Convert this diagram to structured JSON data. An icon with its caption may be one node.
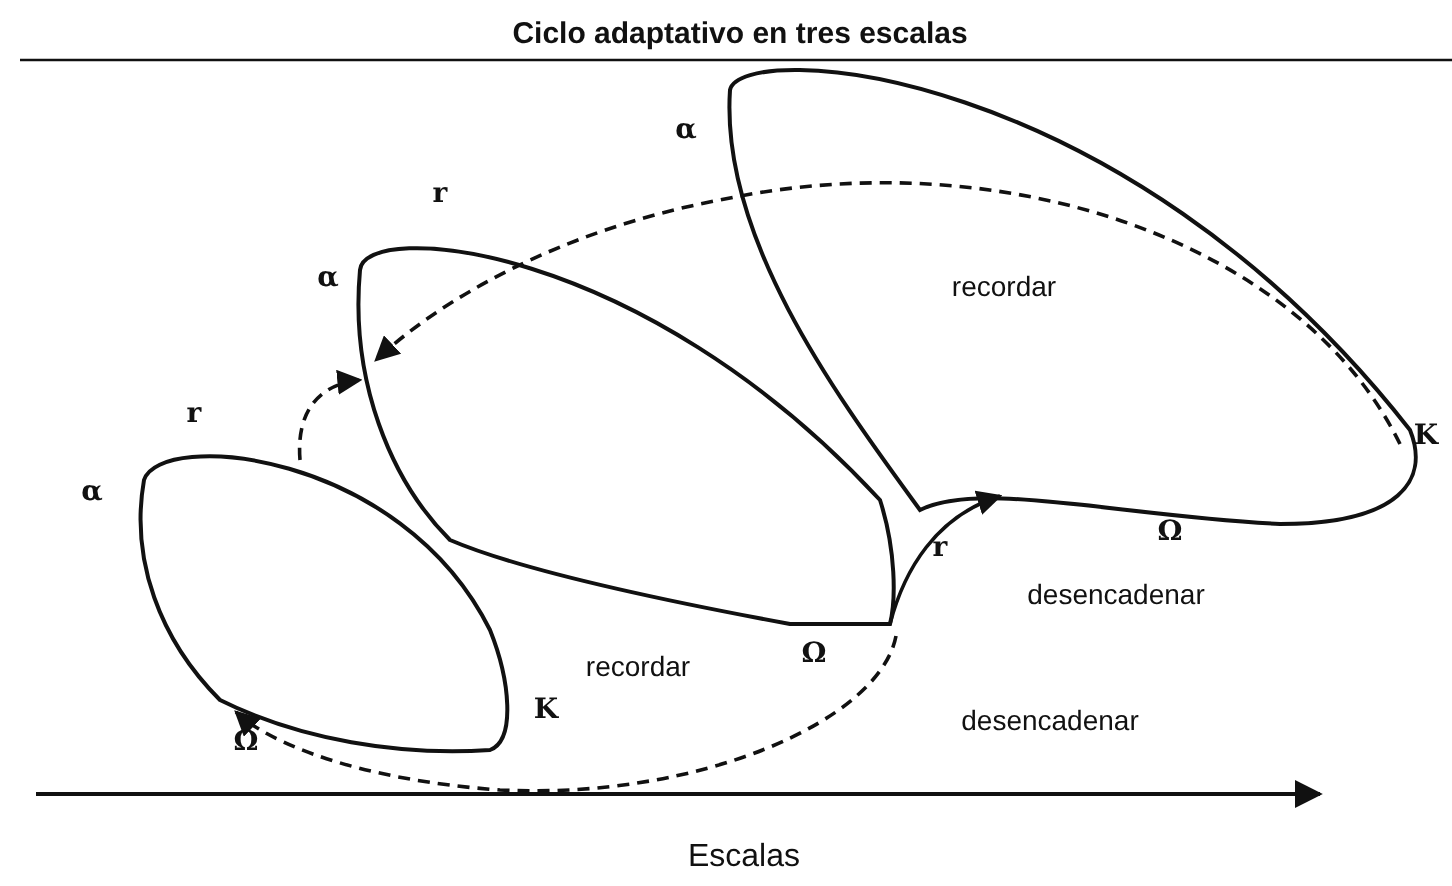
{
  "diagram": {
    "title": "Ciclo adaptativo en tres escalas",
    "nodes": [
      {
        "text": [],
        "shape": "loop",
        "beside": [
          "α",
          "r",
          "K",
          "Ω"
        ]
      },
      {
        "text": [],
        "shape": "loop",
        "beside": [
          "r",
          "α",
          "Ω"
        ]
      },
      {
        "text": [],
        "shape": "loop",
        "beside": [
          "r",
          "α",
          "K",
          "Ω"
        ]
      }
    ],
    "edges": [
      {
        "from": 0,
        "to": 1,
        "arrow": "to",
        "style": "dashed"
      },
      {
        "from": 1,
        "to": 0,
        "arrow": "to"
      },
      {
        "from": 1,
        "to": 2,
        "arrow": "to",
        "style": "dashed"
      },
      {
        "from": 2,
        "to": 1,
        "arrow": "to",
        "style": "dashed"
      }
    ],
    "labels": [
      "recordar",
      "desencadenar",
      "recordar",
      "desencadenar",
      "Escalas"
    ]
  }
}
